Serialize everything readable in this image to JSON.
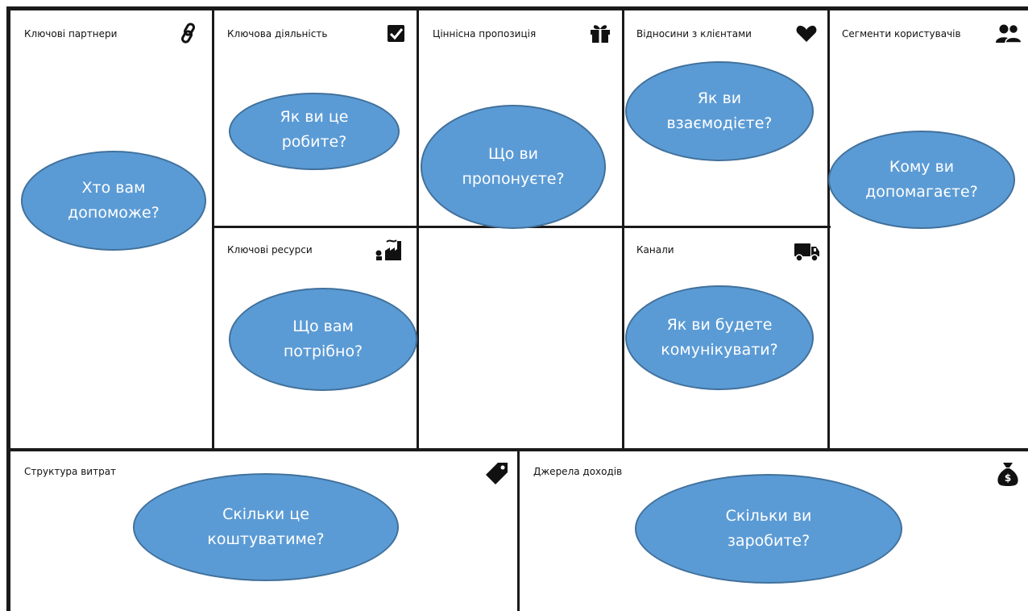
{
  "colors": {
    "bubble_fill": "#5b9bd5",
    "bubble_border": "#41719c",
    "bubble_text": "#ffffff",
    "grid_lines": "#1a1a1a",
    "label_text": "#111111"
  },
  "blocks": {
    "key_partners": {
      "label": "Ключові партнери",
      "icon": "link-icon",
      "question": "Хто вам\nдопоможе?"
    },
    "key_activities": {
      "label": "Ключова діяльність",
      "icon": "checkbox-icon",
      "question": "Як ви це\nробите?"
    },
    "value_proposition": {
      "label": "Ціннісна пропозиція",
      "icon": "gift-icon",
      "question": "Що ви\nпропонуєте?"
    },
    "customer_relationships": {
      "label": "Відносини з клієнтами",
      "icon": "heart-icon",
      "question": "Як ви\nвзаємодієте?"
    },
    "customer_segments": {
      "label": "Сегменти користувачів",
      "icon": "users-icon",
      "question": "Кому ви\nдопомагаєте?"
    },
    "key_resources": {
      "label": "Ключові ресурси",
      "icon": "factory-icon",
      "question": "Що вам\nпотрібно?"
    },
    "channels": {
      "label": "Канали",
      "icon": "truck-icon",
      "question": "Як ви будете\nкомунікувати?"
    },
    "cost_structure": {
      "label": "Структура витрат",
      "icon": "price-tag-icon",
      "question": "Скільки це\nкоштуватиме?"
    },
    "revenue_streams": {
      "label": "Джерела доходів",
      "icon": "money-bag-icon",
      "question": "Скільки ви\nзаробите?"
    }
  }
}
